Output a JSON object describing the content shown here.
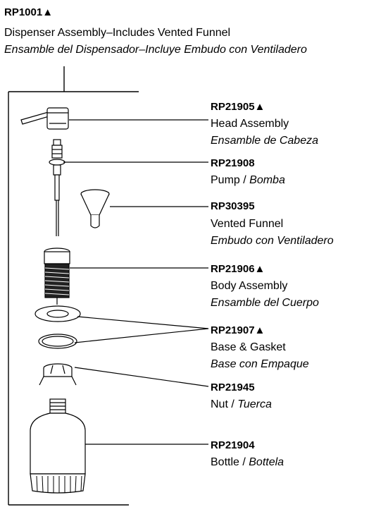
{
  "header": {
    "code": "RP1001▲",
    "line1": "Dispenser Assembly–Includes Vented Funnel",
    "line2": "Ensamble del Dispensador–Incluye Embudo con Ventiladero"
  },
  "parts": [
    {
      "code": "RP21905▲",
      "en": "Head Assembly",
      "es": "Ensamble de Cabeza"
    },
    {
      "code": "RP21908",
      "en": "Pump / ",
      "es": "Bomba"
    },
    {
      "code": "RP30395",
      "en": "Vented Funnel",
      "es": "Embudo con Ventiladero"
    },
    {
      "code": "RP21906▲",
      "en": "Body Assembly",
      "es": "Ensamble del Cuerpo"
    },
    {
      "code": "RP21907▲",
      "en": "Base & Gasket",
      "es": "Base con Empaque"
    },
    {
      "code": "RP21945",
      "en": "Nut / ",
      "es": "Tuerca"
    },
    {
      "code": "RP21904",
      "en": "Bottle / ",
      "es": "Bottela"
    }
  ]
}
